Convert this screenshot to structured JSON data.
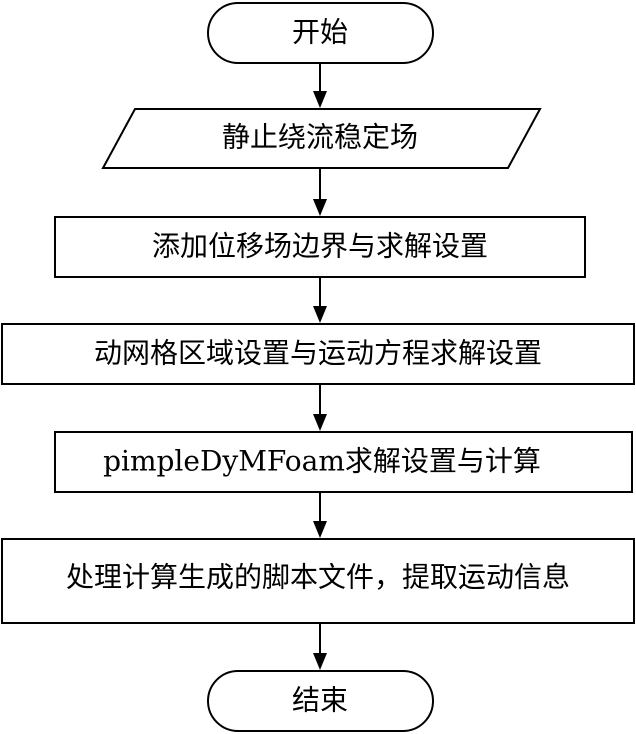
{
  "flowchart": {
    "start": "开始",
    "step1": "静止绕流稳定场",
    "step2": "添加位移场边界与求解设置",
    "step3": "动网格区域设置与运动方程求解设置",
    "step4": "pimpleDyMFoam求解设置与计算",
    "step5": "处理计算生成的脚本文件，提取运动信息",
    "end": "结束"
  }
}
